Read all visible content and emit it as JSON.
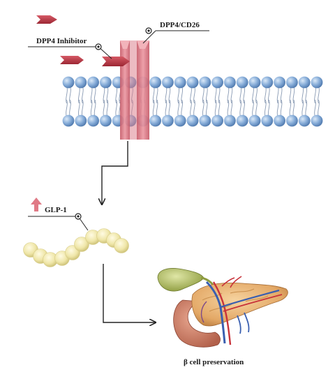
{
  "labels": {
    "dpp4": "DPP4/CD26",
    "inhibitor": "DPP4 Inhibitor",
    "glp1": "GLP-1",
    "beta": "β cell preservation"
  },
  "colors": {
    "lipid_head": "#86acd8",
    "protein": "#e07a86",
    "inhibitor": "#b33a45",
    "glp1_bead": "#efe6a8",
    "up_arrow": "#e07a86",
    "pancreas": "#e8b87a",
    "gallbladder": "#b7c26a"
  },
  "icons": {
    "up": "up-arrow-icon",
    "pointer": "pointer-dot-icon"
  }
}
